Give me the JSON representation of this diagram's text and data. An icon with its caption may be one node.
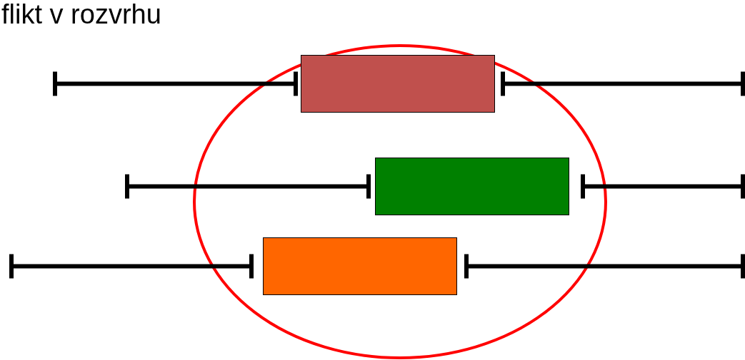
{
  "diagram": {
    "nodes": [
      {
        "text": [],
        "shape": "bar"
      },
      {
        "text": [],
        "shape": "bar"
      },
      {
        "text": [],
        "shape": "bar"
      }
    ],
    "labels": [
      "flikt v rozvrhu"
    ]
  }
}
